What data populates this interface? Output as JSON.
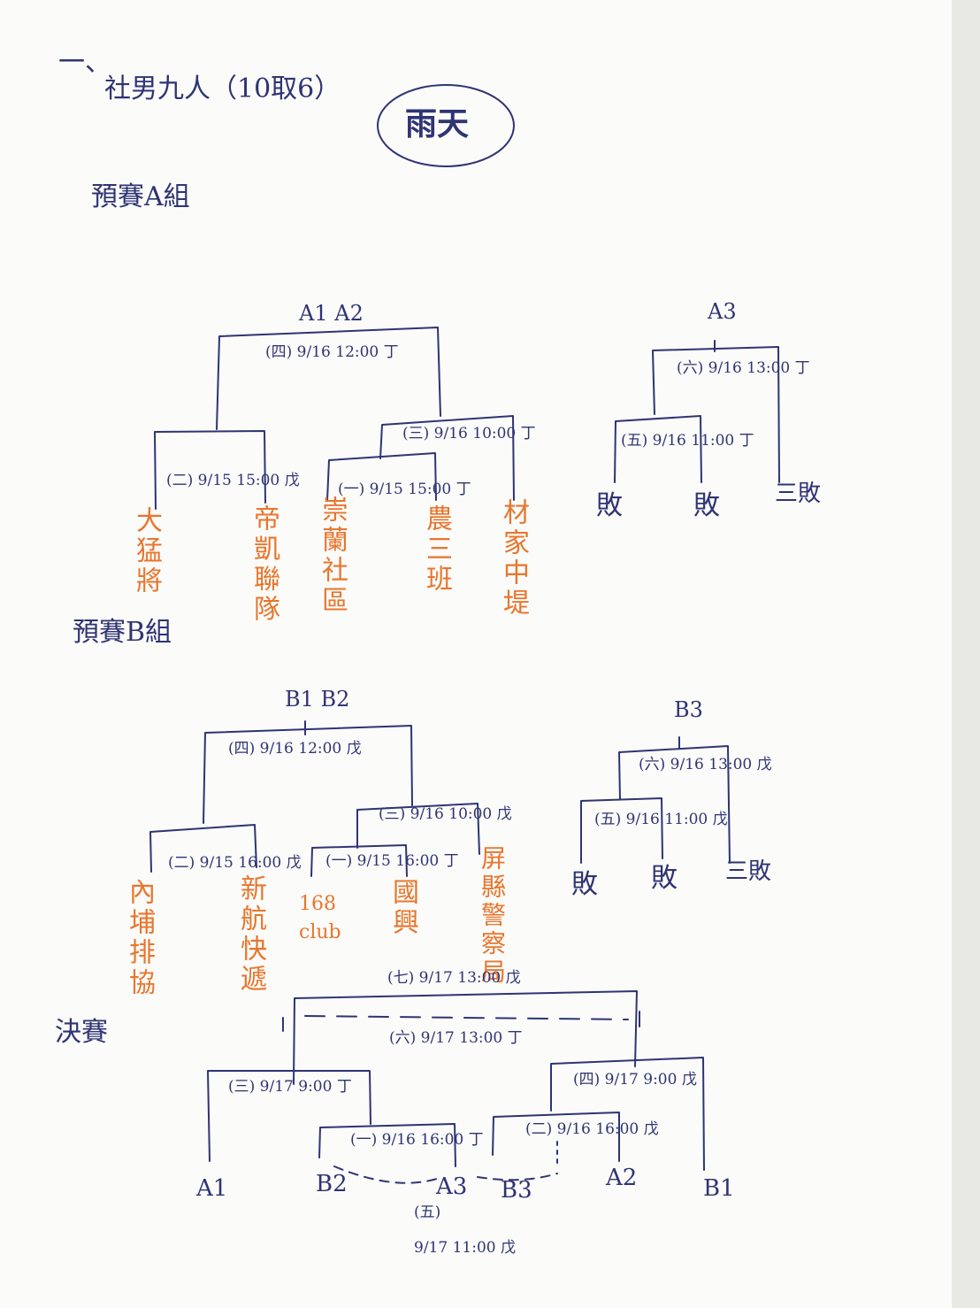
{
  "header": {
    "mark": "一、",
    "title": "社男九人（10取6）",
    "weather": "雨天"
  },
  "groupA": {
    "title": "預賽A組",
    "bracket12_label": "A1 A2",
    "m4": "(四) 9/16 12:00 丁",
    "m3": "(三) 9/16 10:00 丁",
    "m2": "(二) 9/15 15:00 戊",
    "m1": "(一) 9/15 15:00 丁",
    "teams": [
      "大猛將",
      "帝凱聯隊",
      "崇蘭社區",
      "農三班",
      "材家中堤"
    ],
    "bracket3_label": "A3",
    "m6": "(六) 9/16 13:00 丁",
    "m5": "(五) 9/16 11:00 丁",
    "losers": [
      "敗",
      "敗",
      "三敗"
    ]
  },
  "groupB": {
    "title": "預賽B組",
    "bracket12_label": "B1 B2",
    "m4": "(四) 9/16 12:00 戊",
    "m3": "(三) 9/16 10:00 戊",
    "m2": "(二) 9/15 16:00 戊",
    "m1": "(一) 9/15 16:00 丁",
    "teams": [
      "內埔排協",
      "新航快遞",
      "168 club",
      "國興",
      "屏縣警察局"
    ],
    "bracket3_label": "B3",
    "m6": "(六) 9/16 13:00 戊",
    "m5": "(五) 9/16 11:00 戊",
    "losers": [
      "敗",
      "敗",
      "三敗"
    ]
  },
  "final": {
    "title": "決賽",
    "m7": "(七) 9/17 13:00 戊",
    "m6": "(六) 9/17 13:00 丁",
    "m3": "(三) 9/17 9:00 丁",
    "m4": "(四) 9/17 9:00 戊",
    "m1": "(一) 9/16 16:00 丁",
    "m2": "(二) 9/16 16:00 戊",
    "m5_label": "(五)",
    "m5_time": "9/17 11:00 戊",
    "seeds": [
      "A1",
      "B2",
      "A3",
      "B3",
      "A2",
      "B1"
    ]
  },
  "colors": {
    "paper": "#fbfbf9",
    "ink_blue": "#2f3473",
    "ink_orange": "#e8762d",
    "background": "#6d6f72"
  }
}
